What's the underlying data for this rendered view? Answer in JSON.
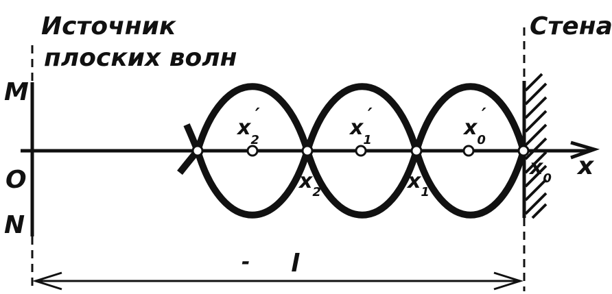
{
  "labels": {
    "source_line1": "Источник",
    "source_line2": "плоских волн",
    "wall": "Стена",
    "M": "M",
    "O": "O",
    "N": "N",
    "x_axis": "x",
    "x0": "x",
    "x0_sub": "0",
    "x1": "x",
    "x1_sub": "1",
    "x2": "x",
    "x2_sub": "2",
    "x0p": "x",
    "x0p_sub": "0",
    "x1p": "x",
    "x1p_sub": "1",
    "x2p": "x",
    "x2p_sub": "2",
    "prime": "′",
    "dash": "-",
    "length": "l"
  }
}
